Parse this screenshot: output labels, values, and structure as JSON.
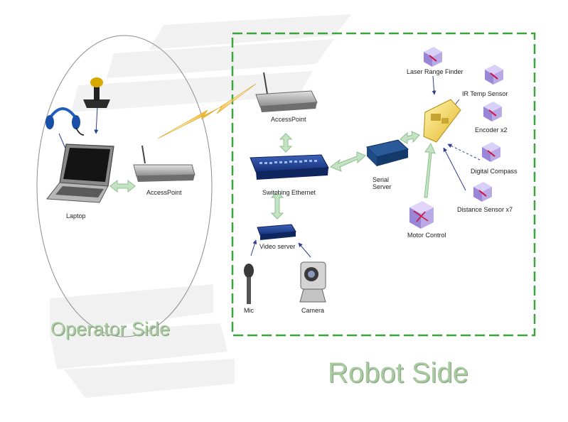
{
  "regions": {
    "operator_side": "Operator Side",
    "robot_side": "Robot Side"
  },
  "nodes": {
    "laptop": "Laptop",
    "access_point_operator": "AccessPoint",
    "access_point_robot": "AccessPoint",
    "switching_ethernet": "Switching Ethernet",
    "serial_server_line1": "Serial",
    "serial_server_line2": "Server",
    "video_server": "Video server",
    "mic": "Mic",
    "camera": "Camera",
    "laser_range_finder": "Laser Range Finder",
    "ir_temp_sensor": "IR Temp Sensor",
    "encoder": "Encoder x2",
    "digital_compass": "Digital Compass",
    "distance_sensor": "Distance Sensor x7",
    "motor_control": "Motor Control"
  },
  "colors": {
    "region_label": "#a9c9a0",
    "robot_border": "#3aa53a",
    "link_arrow": "#b9dbb9",
    "wireless": "#f2b21b",
    "sensor_cube": "#b9a9e6",
    "background_stripes": "#ececec"
  }
}
